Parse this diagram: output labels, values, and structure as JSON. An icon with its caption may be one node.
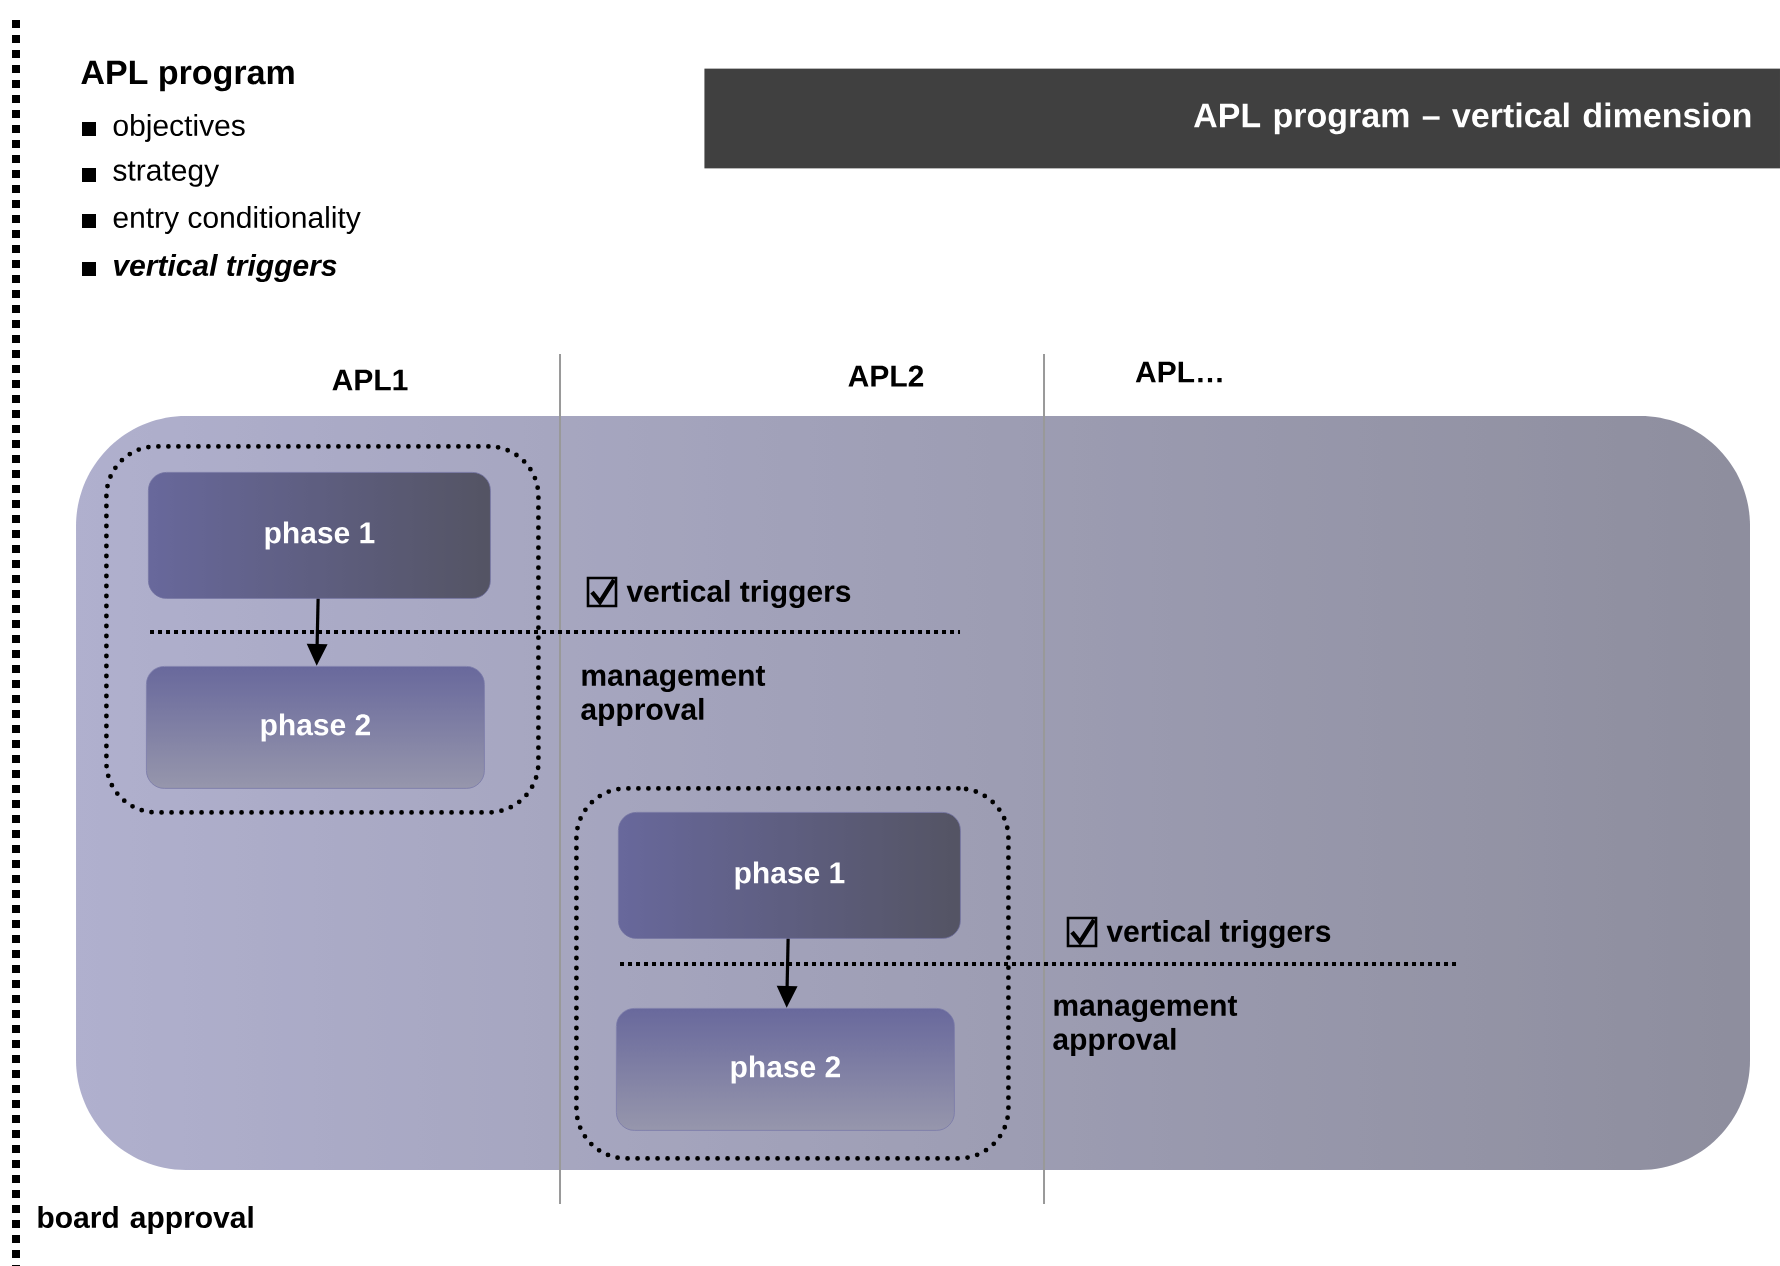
{
  "diagram": {
    "title": "APL program – vertical dimension",
    "nodes": [
      {
        "text": [],
        "shape": "box"
      },
      {
        "text": [
          "phase 1"
        ],
        "in": 0
      },
      {
        "text": [
          "phase 2"
        ],
        "in": 0
      },
      {
        "text": [],
        "shape": "box"
      },
      {
        "text": [
          "phase 1"
        ],
        "in": 3
      },
      {
        "text": [
          "phase 2"
        ],
        "in": 3
      }
    ],
    "edges": [
      {
        "from": 1,
        "to": 2,
        "arrow": "to"
      },
      {
        "from": 4,
        "to": 5,
        "arrow": "to"
      }
    ],
    "labels": [
      "APL program",
      "objectives",
      "strategy",
      "entry conditionality",
      "vertical triggers",
      "APL1",
      "APL2",
      "APL…",
      "vertical triggers",
      "management approval",
      "vertical triggers",
      "management approval",
      "board approval"
    ]
  }
}
